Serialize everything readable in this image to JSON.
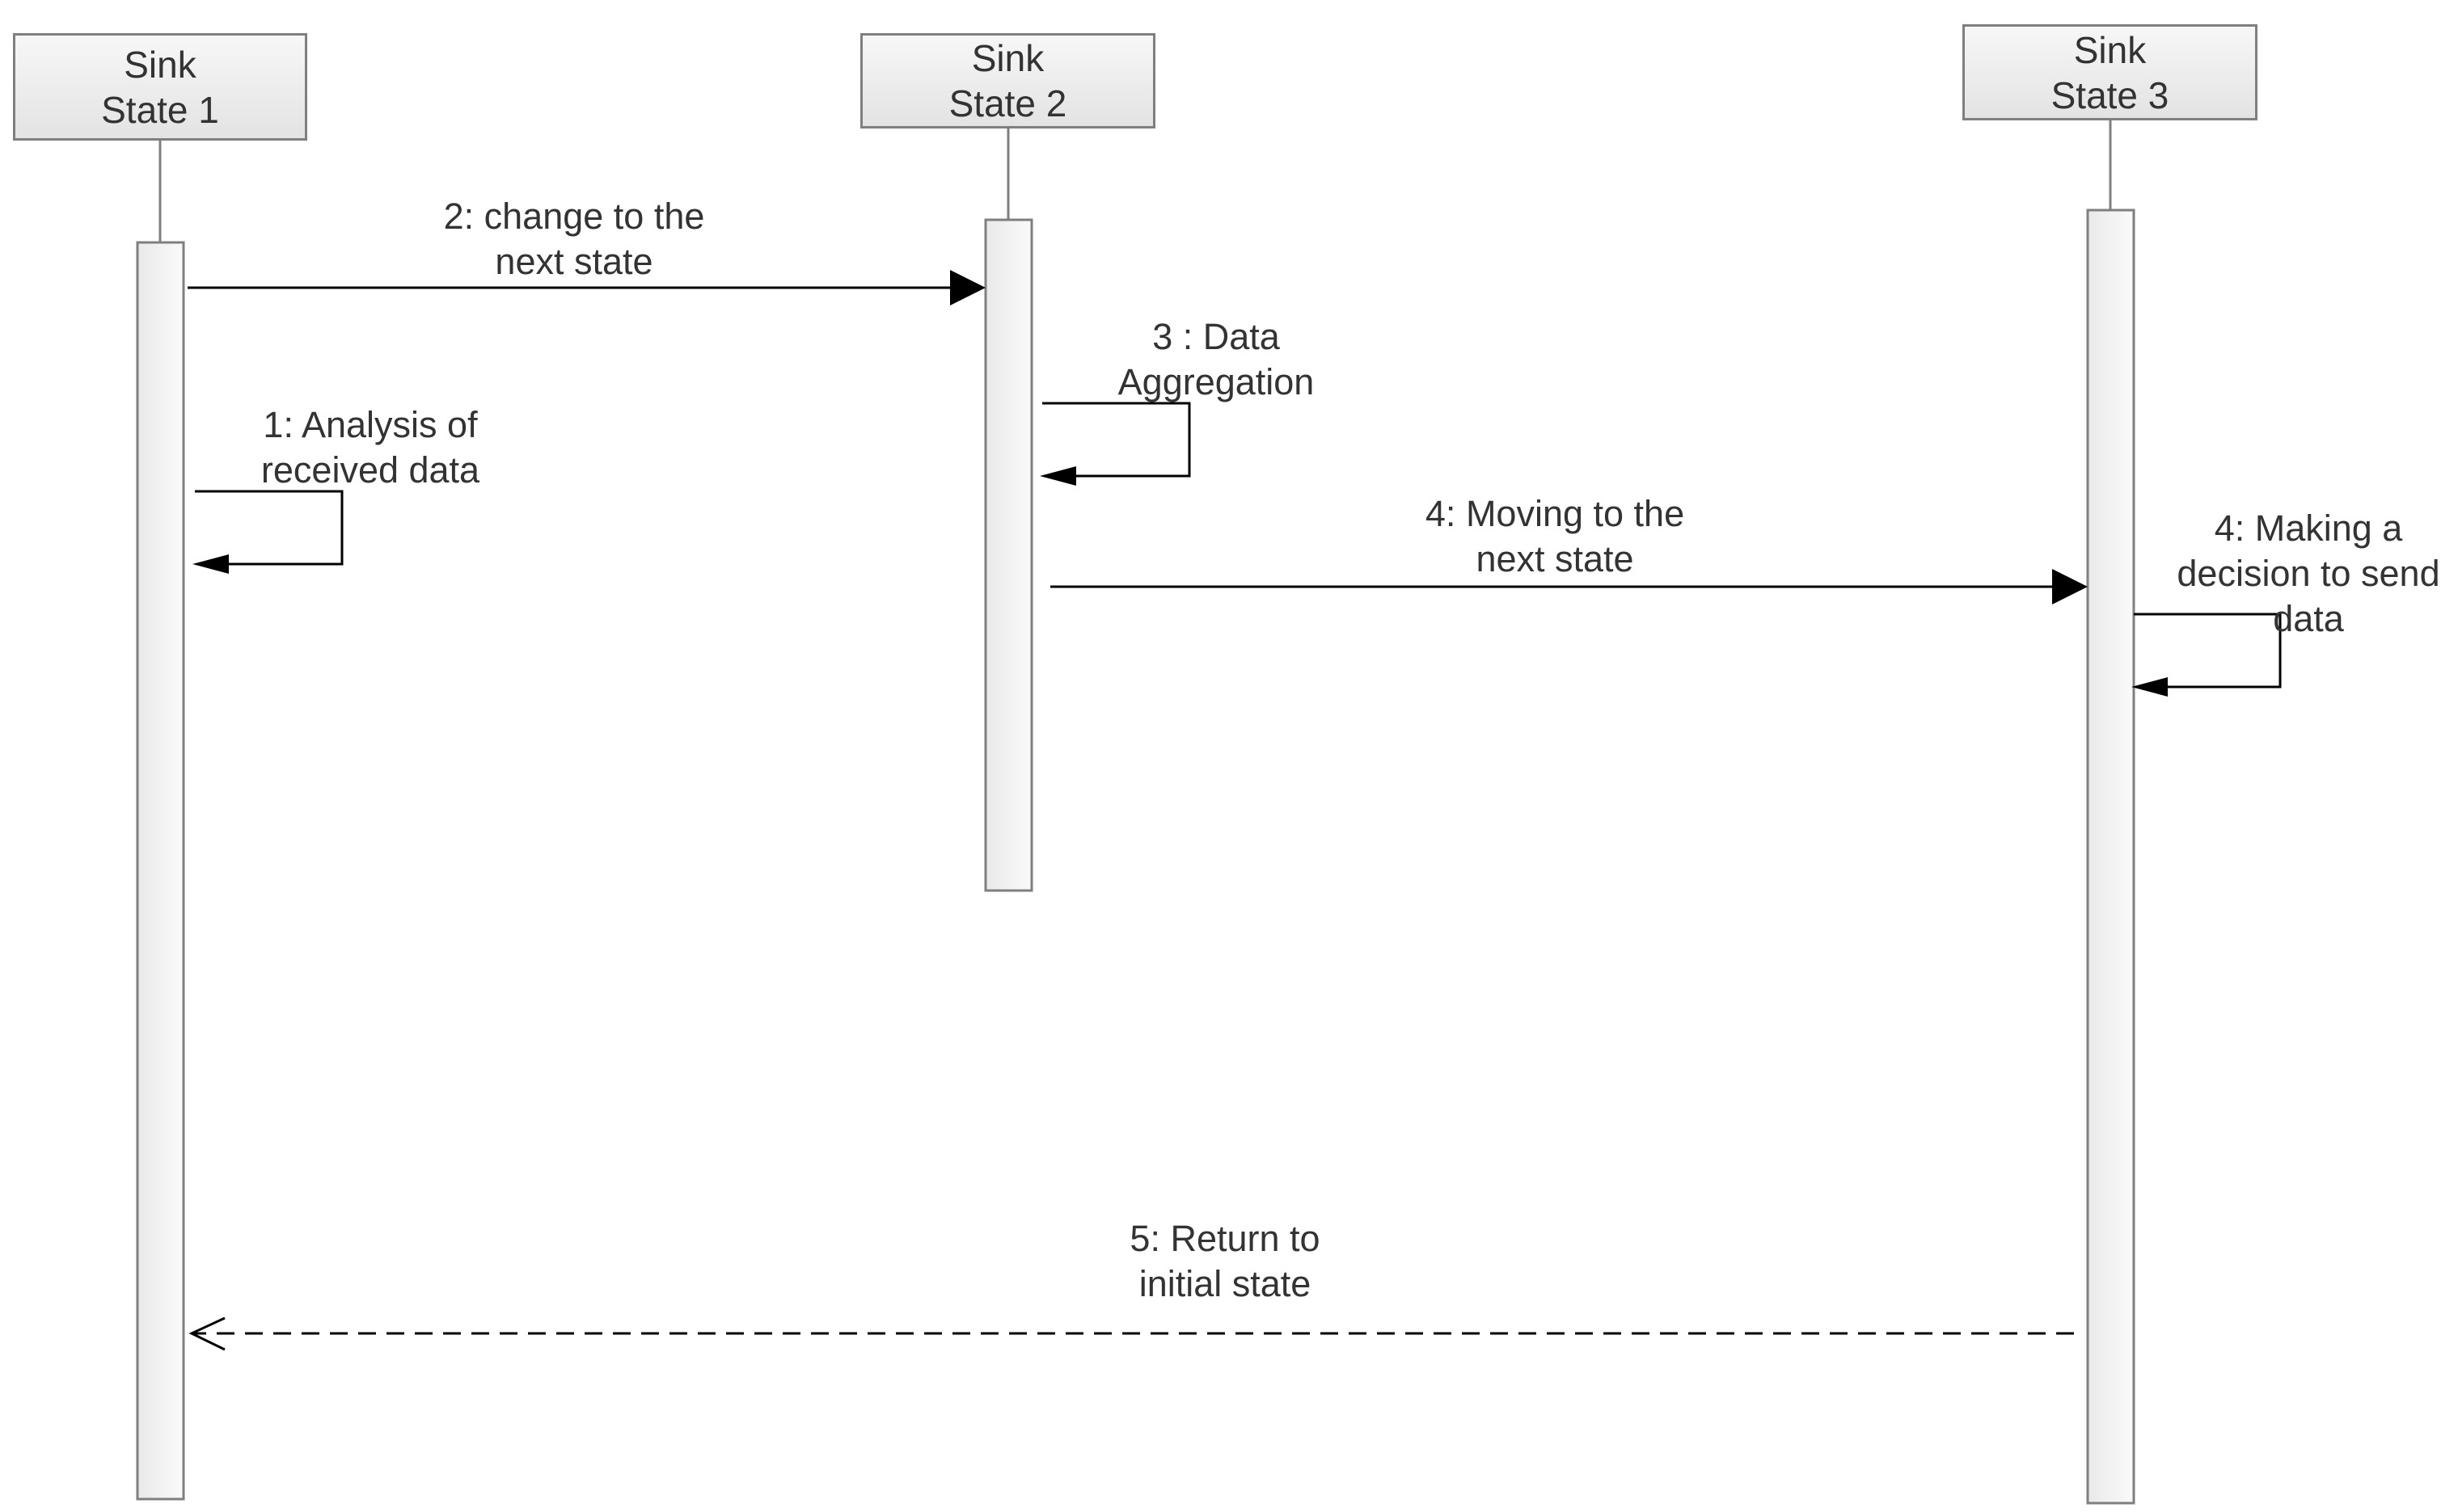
{
  "lifelines": [
    {
      "name_line1": "Sink",
      "name_line2": "State 1"
    },
    {
      "name_line1": "Sink",
      "name_line2": "State 2"
    },
    {
      "name_line1": "Sink",
      "name_line2": "State 3"
    }
  ],
  "messages": [
    {
      "line1": "2: change to the",
      "line2": "next state",
      "style": "solid"
    },
    {
      "line1": "3 : Data",
      "line2": "Aggregation",
      "style": "self"
    },
    {
      "line1": "1:  Analysis of",
      "line2": "received data",
      "style": "self"
    },
    {
      "line1": "4: Moving to the",
      "line2": "next state",
      "style": "solid"
    },
    {
      "line1": "4: Making a",
      "line2": "decision to send",
      "line3": "data",
      "style": "self"
    },
    {
      "line1": "5: Return to",
      "line2": "initial state",
      "style": "dashed-return"
    }
  ],
  "colors": {
    "border": "#7f7f7f",
    "activation_fill": "#f4f4f4",
    "arrow": "#000000",
    "text": "#333333"
  }
}
